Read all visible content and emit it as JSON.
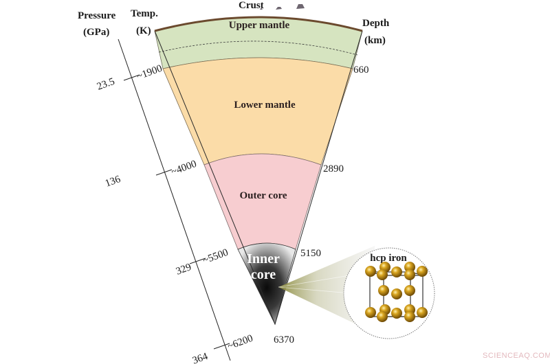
{
  "headers": {
    "pressure": [
      "Pressure",
      "(GPa)"
    ],
    "temperature": [
      "Temp.",
      "(K)"
    ],
    "depth": [
      "Depth",
      "(km)"
    ],
    "crust": "Crust"
  },
  "layers": [
    {
      "name": "Upper mantle",
      "color": "#d6e4c0"
    },
    {
      "name": "Lower mantle",
      "color": "#fbdca8"
    },
    {
      "name": "Outer core",
      "color": "#f7cdd0"
    },
    {
      "name": "Inner core",
      "lines": [
        "Inner",
        "core"
      ],
      "color": "#2e2e2e"
    }
  ],
  "boundaries": [
    {
      "pressure": "23.5",
      "temperature": "~1900",
      "depth": "660"
    },
    {
      "pressure": "136",
      "temperature": "~4000",
      "depth": "2890"
    },
    {
      "pressure": "329",
      "temperature": "~5500",
      "depth": "5150"
    },
    {
      "pressure": "364",
      "temperature": "~6200",
      "depth": "6370"
    }
  ],
  "inset": {
    "title": "hcp iron",
    "atom_color": "#b8860b"
  },
  "watermark": "SCIENCEAQ.COM",
  "colors": {
    "crust": "#6b4a2e",
    "upper_mantle": "#d6e4c0",
    "lower_mantle": "#fbdca8",
    "outer_core": "#f7cdd0",
    "inner_core": "#2e2e2e"
  }
}
